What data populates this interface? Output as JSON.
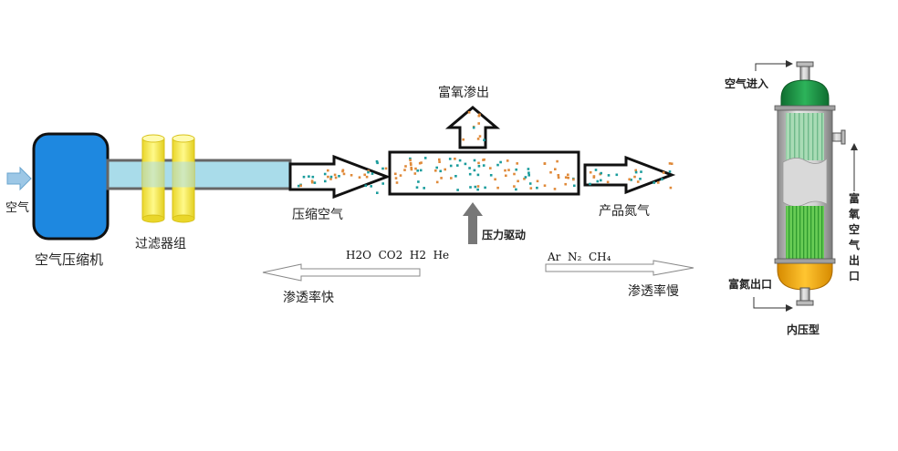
{
  "labels": {
    "air_in": "空气",
    "compressor": "空气压缩机",
    "filter_group": "过滤器组",
    "compressed_air": "压缩空气",
    "oxygen_permeate": "富氧渗出",
    "pressure_drive": "压力驱动",
    "product_nitrogen": "产品氮气",
    "fast_gases": "H2O  CO2  H2  He",
    "slow_gases": "Ar  N₂  CH₄",
    "fast_rate": "渗透率快",
    "slow_rate": "渗透率慢",
    "air_inlet": "空气进入",
    "oxygen_outlet": "富氧空气出口",
    "nitrogen_outlet": "富氮出口",
    "module_type": "内压型"
  },
  "colors": {
    "compressor_fill": "#1e88e0",
    "pipe_fill": "#a9dcea",
    "filter_fill": "#f7f04a",
    "module_top": "#1f9a4a",
    "module_fiber_upper": "#9bd6a8",
    "module_fiber_lower": "#4cc24a",
    "module_bottom": "#f3b21a",
    "shell_gray": "#c8c8c8",
    "dot_orange": "#e08a3a",
    "dot_teal": "#1a9c9c",
    "air_arrow": "#9cc7e6"
  }
}
